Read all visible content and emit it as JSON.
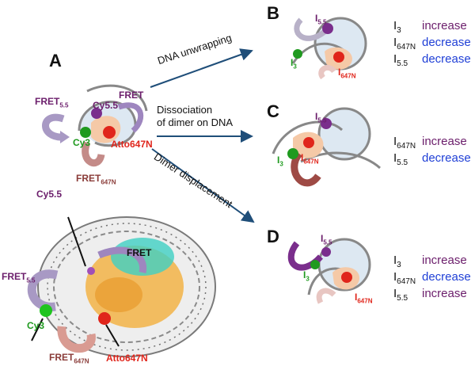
{
  "panels": {
    "a": "A",
    "b": "B",
    "c": "C",
    "d": "D"
  },
  "pathways": {
    "unwrap": "DNA unwrapping",
    "dissoc_line1": "Dissociation",
    "dissoc_line2": "of dimer on DNA",
    "displace": "Dimer displacement"
  },
  "labels": {
    "fret": "FRET",
    "fret55_base": "FRET",
    "fret55_sub": "5.5",
    "fret647_base": "FRET",
    "fret647_sub": "647N",
    "cy55": "Cy5.5",
    "cy3": "Cy3",
    "atto": "Atto647N",
    "i55_base": "I",
    "i55_sub": "5.5",
    "i3_base": "I",
    "i3_sub": "3",
    "i647_base": "I",
    "i647_sub": "647N"
  },
  "legends": {
    "B": [
      {
        "base": "I",
        "sub": "3",
        "effect": "increase",
        "color": "#6b1d6b"
      },
      {
        "base": "I",
        "sub": "647N",
        "effect": "decrease",
        "color": "#1f3fd6"
      },
      {
        "base": "I",
        "sub": "5.5",
        "effect": "decrease",
        "color": "#1f3fd6"
      }
    ],
    "C": [
      {
        "base": "I",
        "sub": "647N",
        "effect": "increase",
        "color": "#6b1d6b"
      },
      {
        "base": "I",
        "sub": "5.5",
        "effect": "decrease",
        "color": "#1f3fd6"
      }
    ],
    "D": [
      {
        "base": "I",
        "sub": "3",
        "effect": "increase",
        "color": "#6b1d6b"
      },
      {
        "base": "I",
        "sub": "647N",
        "effect": "decrease",
        "color": "#1f3fd6"
      },
      {
        "base": "I",
        "sub": "5.5",
        "effect": "increase",
        "color": "#6b1d6b"
      }
    ]
  },
  "colors": {
    "purple": "#6b1d6b",
    "blue": "#1f3fd6",
    "green": "#1f9a1f",
    "red": "#e0251b",
    "violet": "#7a2e8c",
    "arrow_blue": "#1f4e79"
  }
}
